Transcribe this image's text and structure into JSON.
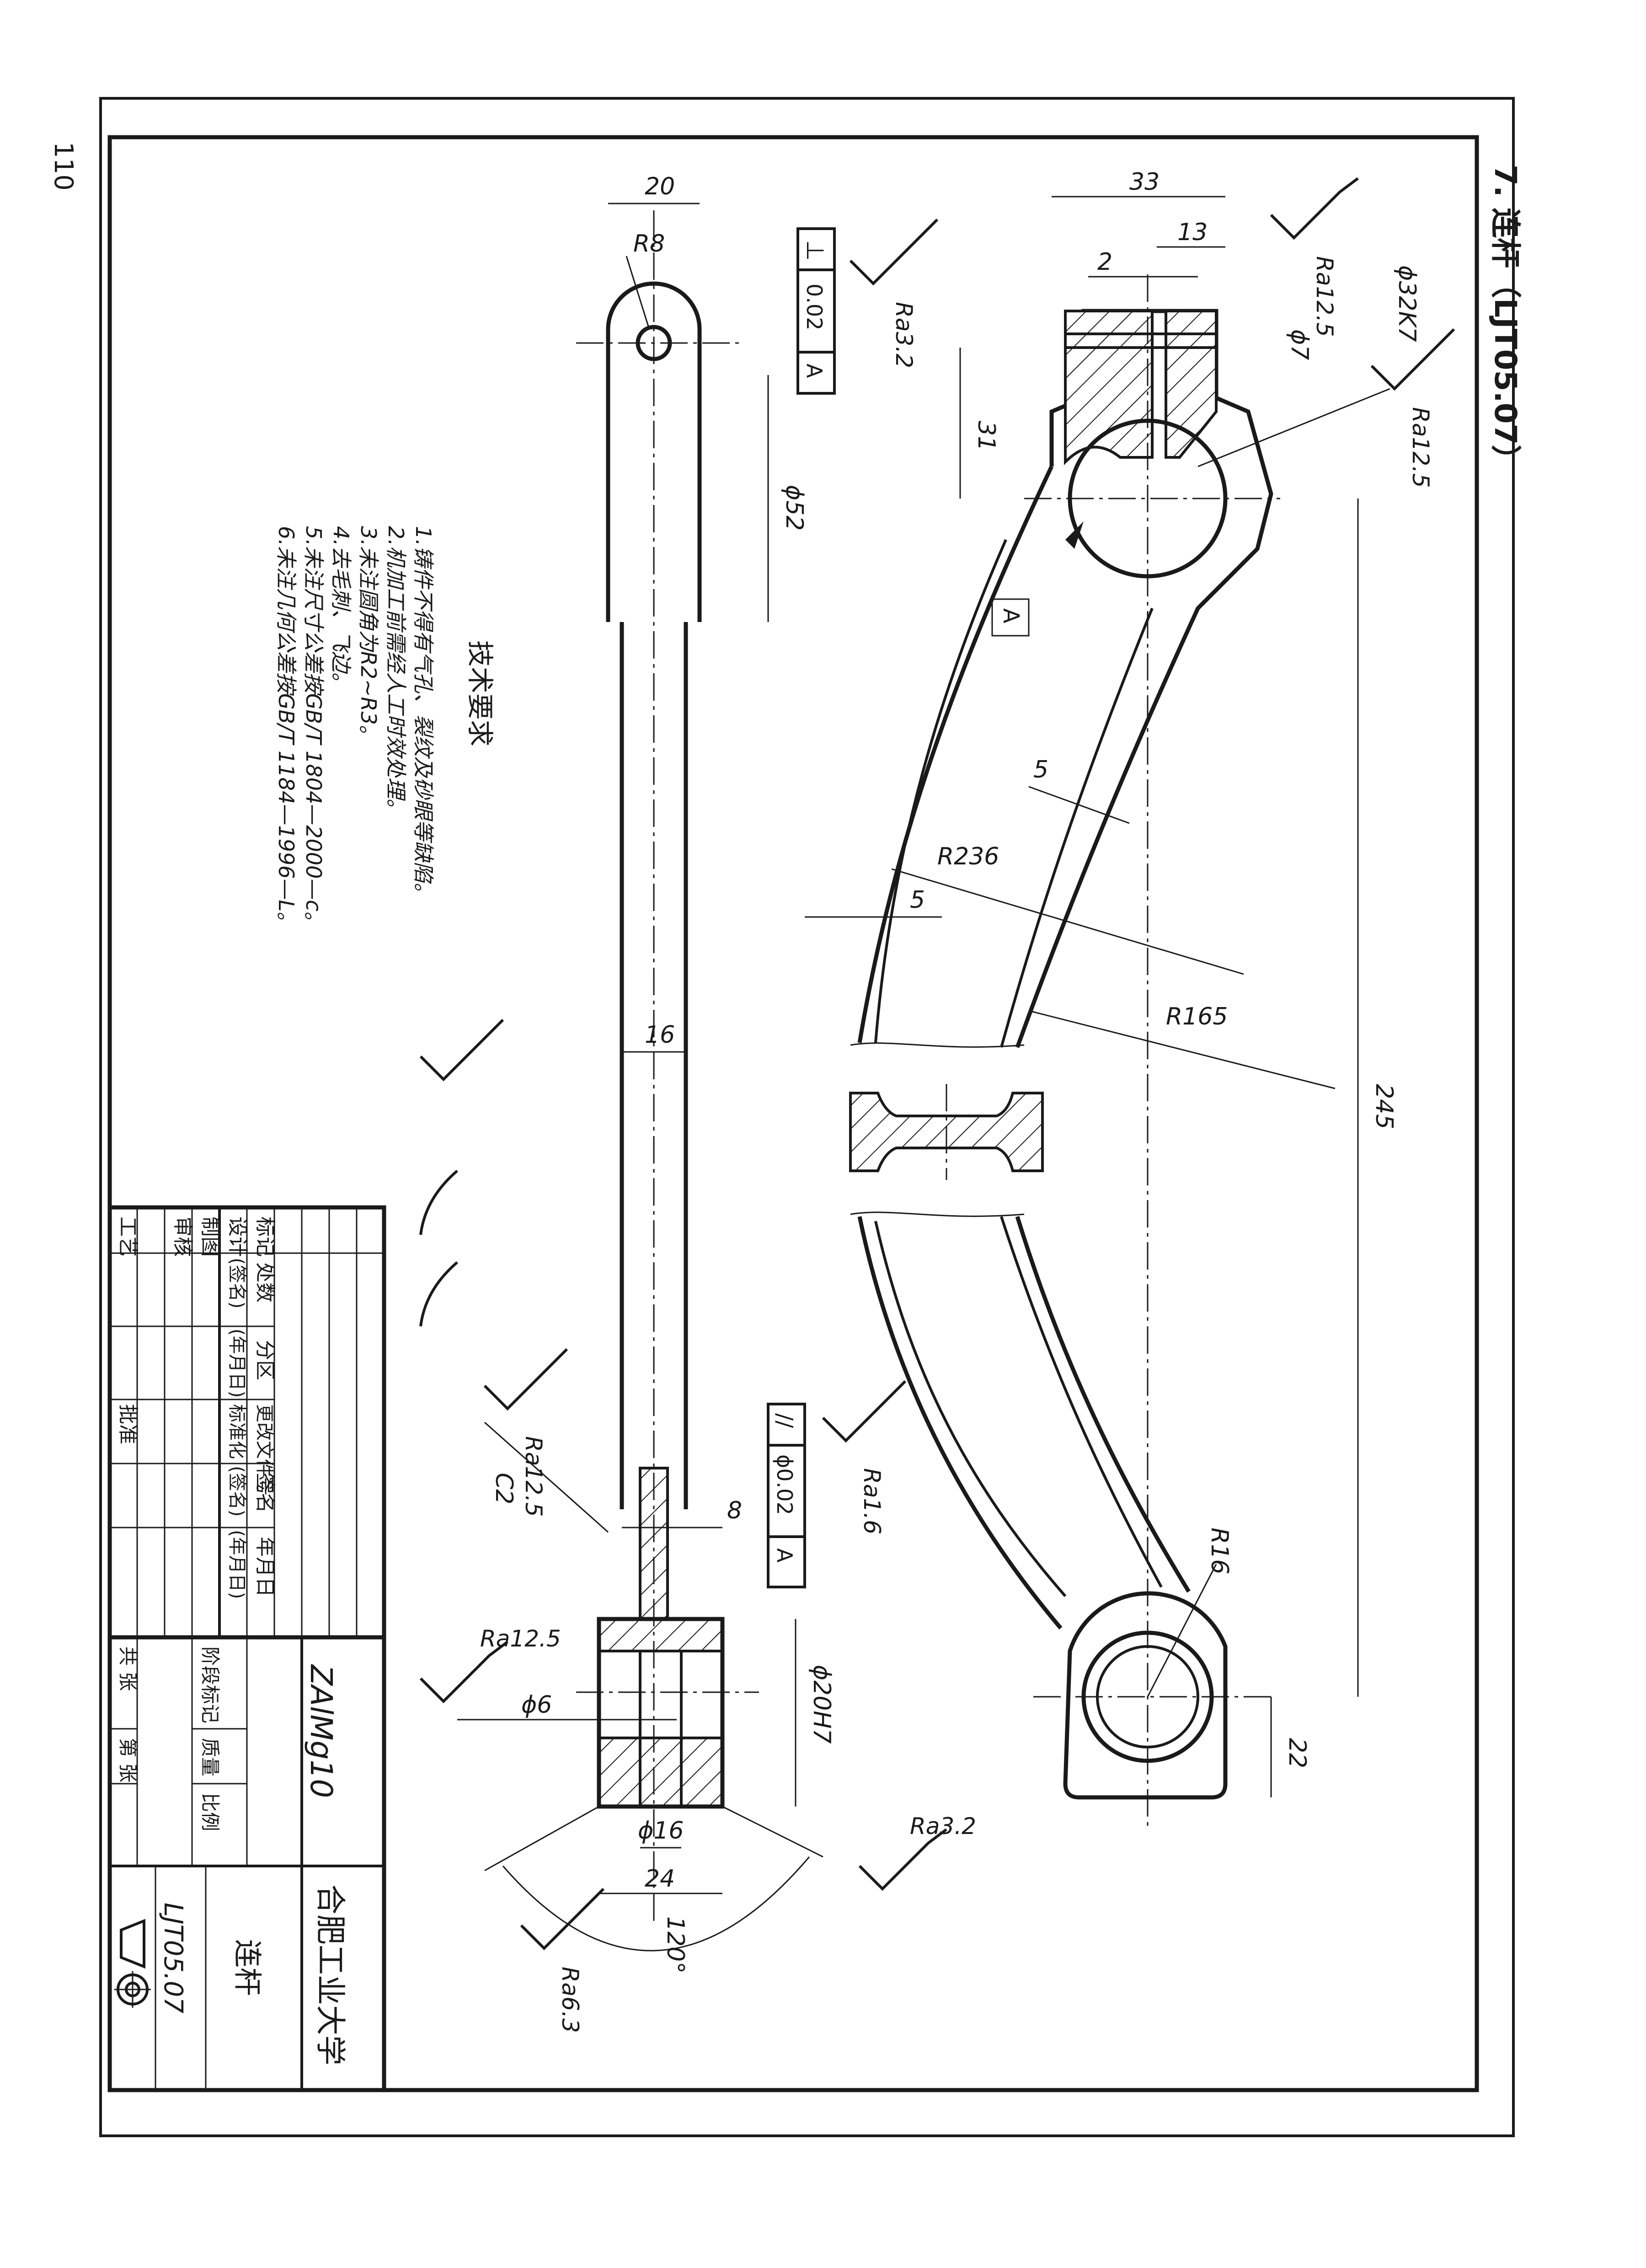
{
  "page_number": "110",
  "heading": "7. 连杆（LJT05.07）",
  "tech_requirements": {
    "title": "技术要求",
    "items": [
      "1.铸件不得有气孔、裂纹及砂眼等缺陷。",
      "2.机加工前需经人工时效处理。",
      "3.未注圆角为R2~R3。",
      "4.去毛刺、飞边。",
      "5.未注尺寸公差按GB/T 1804—2000—c。",
      "6.未注几何公差按GB/T 1184—1996—L。"
    ]
  },
  "dims": {
    "d20": "20",
    "r8": "R8",
    "d52": "ϕ52",
    "d16": "16",
    "d8": "8",
    "c2": "C2",
    "d6": "ϕ6",
    "d16b": "ϕ16",
    "d24": "24",
    "a120": "120°",
    "d33": "33",
    "d13": "13",
    "d2": "2",
    "d32k7": "ϕ32K7",
    "d7": "ϕ7",
    "d31": "31",
    "d5a": "5",
    "d5b": "5",
    "r236": "R236",
    "r165": "R165",
    "d245": "245",
    "r16": "R16",
    "d22": "22",
    "d20h7": "ϕ20H7"
  },
  "roughness": {
    "ra32a": "Ra3.2",
    "ra125a": "Ra12.5",
    "ra125b": "Ra12.5",
    "ra16": "Ra1.6",
    "ra125c": "Ra12.5",
    "ra125d": "Ra12.5",
    "ra32b": "Ra3.2",
    "ra63": "Ra6.3"
  },
  "tolerances": {
    "perp": {
      "symbol": "⊥",
      "value": "0.02",
      "datum": "A"
    },
    "parallel": {
      "symbol": "//",
      "value": "ϕ0.02",
      "datum": "A"
    },
    "datum_label": "A"
  },
  "title_block": {
    "header_row": [
      "标记",
      "处数",
      "分区",
      "更改文件号",
      "签名",
      "年月日"
    ],
    "row_design": [
      "设计",
      "(签名)",
      "(年月日)",
      "标准化",
      "(签名)",
      "(年月日)"
    ],
    "row_draw": "制图",
    "row_check": "审核",
    "row_process": "工艺",
    "approve": "批准",
    "stage": "阶段标记",
    "weight": "质量",
    "scale": "比例",
    "sheets": "共  张",
    "sheet_no": "第  张",
    "material": "ZAlMg10",
    "school": "合肥工业大学",
    "part_name": "连杆",
    "drawing_no": "LJT05.07"
  }
}
